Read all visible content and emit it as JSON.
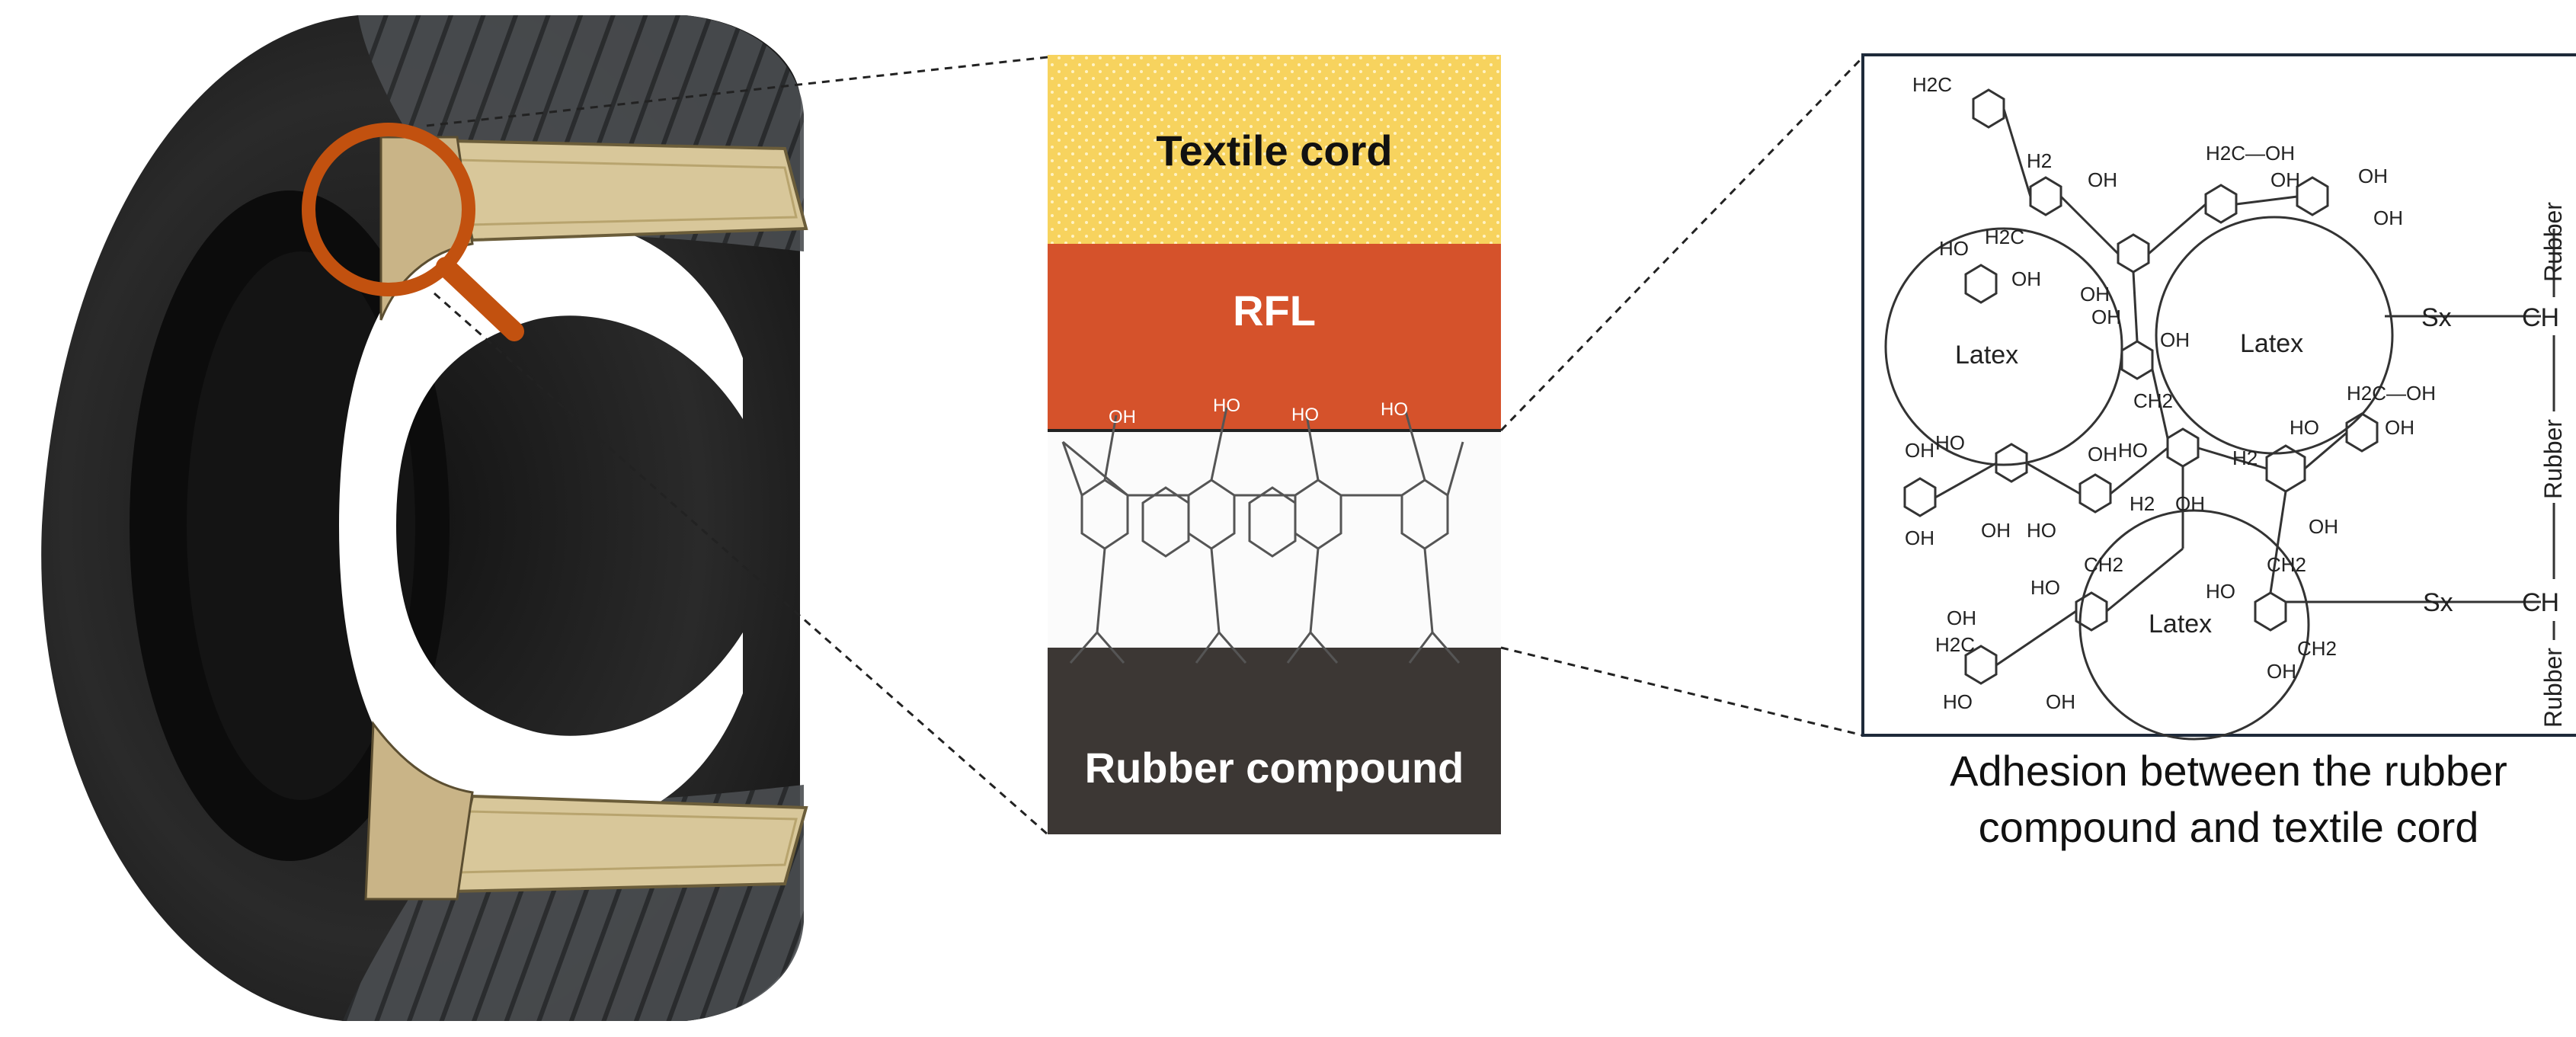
{
  "layers": {
    "textile_cord": "Textile cord",
    "rfl": "RFL",
    "rubber_compound": "Rubber compound"
  },
  "molecule_labels": {
    "oh": "OH",
    "ho": "HO",
    "h2": "H2",
    "h2c": "H2C",
    "ch2": "CH2",
    "h2c_oh": "H2C—OH"
  },
  "detail": {
    "latex_1": "Latex",
    "latex_2": "Latex",
    "latex_3": "Latex",
    "rubber_1": "Rubber",
    "rubber_2": "Rubber",
    "rubber_3": "Rubber",
    "sx_1": "Sx",
    "sx_2": "Sx",
    "ch_1": "CH",
    "ch_2": "CH"
  },
  "caption_line1": "Adhesion between the rubber",
  "caption_line2": "compound and textile cord",
  "colors": {
    "textile_cord": "#F7D35E",
    "rfl": "#D5522B",
    "rubber_compound": "#3C3734",
    "magnifier": "#C2510F",
    "tire_belt": "#D8C79A"
  }
}
